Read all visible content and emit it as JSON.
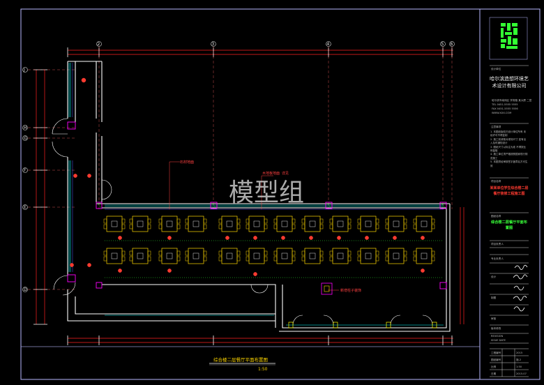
{
  "watermark": "模型组",
  "drawing": {
    "title": "综合楼二层餐厅平面布置图",
    "scale": "1:50",
    "axis_top": [
      "2",
      "3",
      "4",
      "5",
      "6"
    ],
    "axis_left": [
      "J",
      "H",
      "G",
      "F",
      "E",
      "D"
    ],
    "callout_1": "石材地面",
    "callout_2": "木地板地面 详见",
    "callout_3": "新增柱子装饰"
  },
  "title_block": {
    "section_designer": "设计单位",
    "company_name": "哈尔滨造想环境艺术设计有限公司",
    "company_info": [
      "哈尔滨市南岗区 学府路 某大厦 二层",
      "TEL 0451-5555 5555",
      "FAX 0451-5555 5556",
      "WWW.XXX.COM"
    ],
    "section_notes": "注意事项",
    "notes": [
      "1. 本图纸版权归设计单位所有 未经许可不得复制",
      "2. 施工前请核对现场尺寸 如有出入及时通知设计",
      "3. 图纸尺寸以标注为准 不得按比例量取",
      "4. 施工单位须严格按照国家现行规范施工",
      "5. 本图须经审核签字盖章后方可生效"
    ],
    "section_project": "项目名称",
    "project_name": "某某单位学生综合楼二层餐厅装修工程施工图",
    "section_sheet": "图纸名称",
    "sheet_name": "综合楼二层餐厅平面布置图",
    "roles": [
      "项目负责人",
      "专业负责人",
      "设计",
      "制图",
      "审核"
    ],
    "section_version": "版本修改",
    "version_rows": [
      "REVISION",
      "ISSUE DATE"
    ],
    "meta_labels": [
      "工程编号",
      "图纸编号",
      "比例",
      "日期"
    ],
    "meta_values": [
      "2015",
      "施-2",
      "1:50",
      "2015.07"
    ]
  },
  "colors": {
    "frame": "#8a8aff",
    "wall": "#ffffff",
    "column": "#ff00ff",
    "table": "#ffd700",
    "dim": "#ff2020",
    "window": "#00ffff",
    "light": "#ff3b30",
    "green": "#33ff33"
  }
}
